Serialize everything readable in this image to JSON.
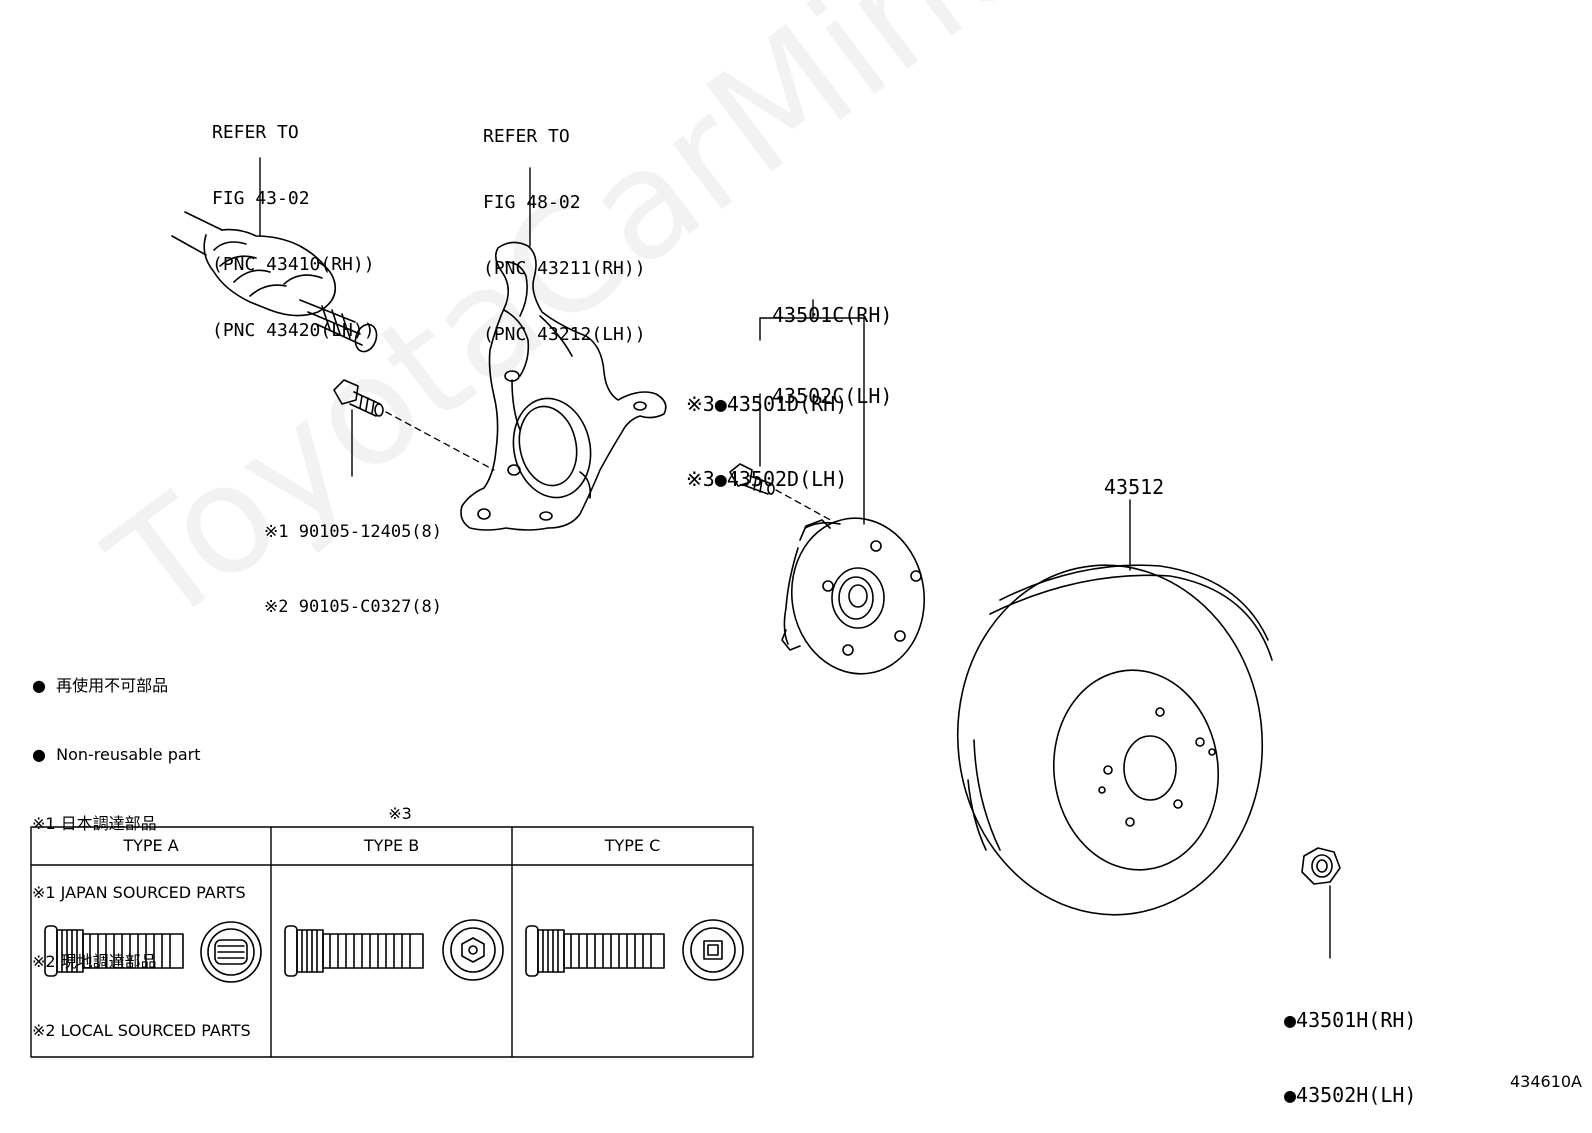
{
  "callouts": {
    "driveshaft": [
      "REFER TO",
      "FIG 43-02",
      "(PNC 43410(RH))",
      "(PNC 43420(LH))"
    ],
    "knuckle": [
      "REFER TO",
      "FIG 48-02",
      "(PNC 43211(RH))",
      "(PNC 43212(LH))"
    ],
    "hub_assy": [
      "43501C(RH)",
      "43502C(LH)"
    ],
    "hub_bolt": [
      "※3●43501D(RH)",
      "※3●43502D(LH)"
    ],
    "knuckle_bolt": [
      "※1 90105-12405(8)",
      "※2 90105-C0327(8)"
    ],
    "disc": "43512",
    "nut": [
      "●43501H(RH)",
      "●43502H(LH)"
    ]
  },
  "legend": [
    "●  再使用不可部品",
    "●  Non-reusable part",
    "※1 日本調達部品",
    "※1 JAPAN SOURCED PARTS",
    "※2 現地調達部品",
    "※2 LOCAL SOURCED PARTS"
  ],
  "type_table": {
    "note": "※3",
    "headers": [
      "TYPE A",
      "TYPE B",
      "TYPE C"
    ]
  },
  "watermark": "ToyotaCarMine.ru",
  "figure_id": "434610A"
}
